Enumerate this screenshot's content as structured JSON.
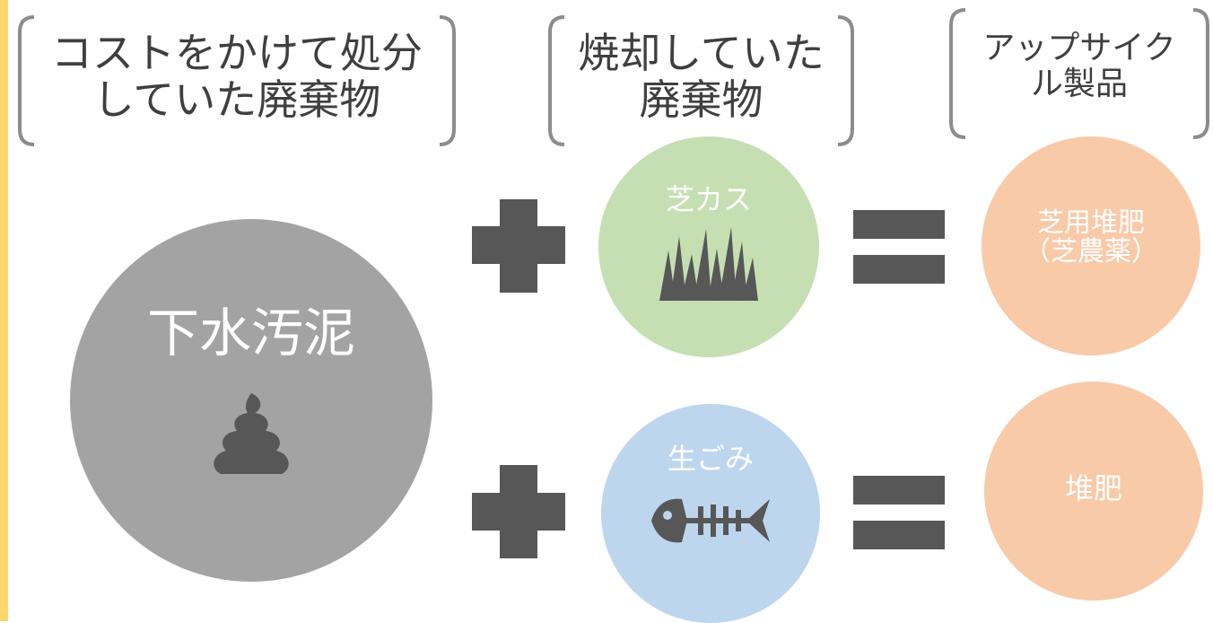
{
  "headers": {
    "disposed_waste": "コストをかけて処分\nしていた廃棄物",
    "incinerated_waste": "焼却していた\n廃棄物",
    "upcycled_products": "アップサイク\nル製品"
  },
  "items": {
    "sludge": "下水汚泥",
    "grass_clippings": "芝カス",
    "food_waste": "生ごみ",
    "turf_compost": "芝用堆肥\n（芝農薬）",
    "compost": "堆肥"
  },
  "icons": [
    "poop-icon",
    "grass-icon",
    "fish-bone-icon",
    "plus-icon",
    "equals-icon"
  ],
  "colors": {
    "sludge": "#a3a3a3",
    "grass": "#c5dfb3",
    "food": "#bdd6ee",
    "compost": "#f8caa8",
    "operator": "#575757",
    "accent_strip": "#ffd66b"
  }
}
